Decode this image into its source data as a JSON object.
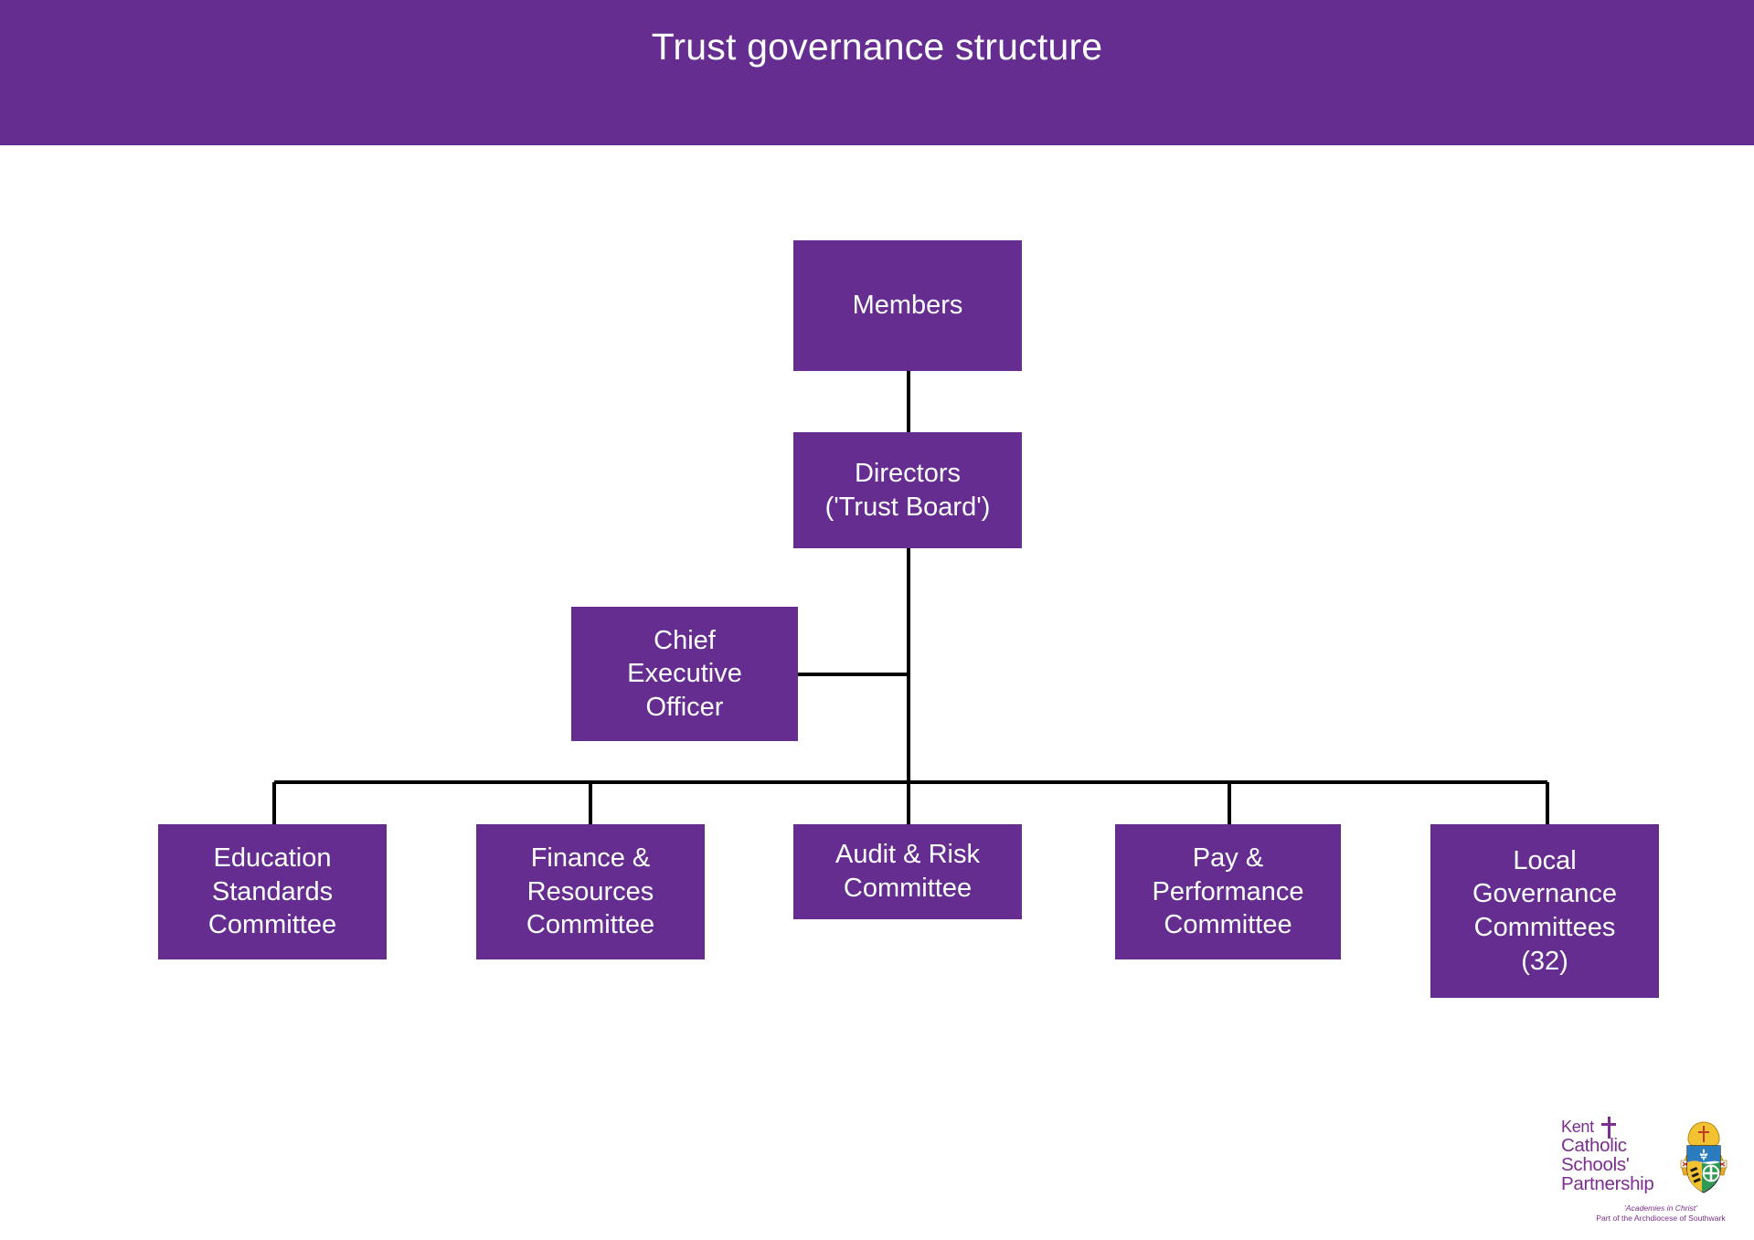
{
  "header": {
    "title": "Trust governance structure",
    "background_color": "#662D91",
    "text_color": "#FFFFFF"
  },
  "chart_data": {
    "type": "diagram",
    "subtype": "org-chart",
    "title": "Trust governance structure",
    "node_fill_color": "#662D91",
    "node_text_color": "#FFFFFF",
    "connector_color": "#000000",
    "nodes": [
      {
        "id": "members",
        "label": "Members",
        "level": 0
      },
      {
        "id": "directors",
        "label": "Directors\n('Trust Board')",
        "level": 1
      },
      {
        "id": "ceo",
        "label": "Chief\nExecutive\nOfficer",
        "level": 2
      },
      {
        "id": "education",
        "label": "Education\nStandards\nCommittee",
        "level": 3
      },
      {
        "id": "finance",
        "label": "Finance &\nResources\nCommittee",
        "level": 3
      },
      {
        "id": "audit",
        "label": "Audit & Risk\nCommittee",
        "level": 3
      },
      {
        "id": "pay",
        "label": "Pay &\nPerformance\nCommittee",
        "level": 3
      },
      {
        "id": "local",
        "label": "Local\nGovernance\nCommittees\n(32)",
        "level": 3
      }
    ],
    "edges": [
      {
        "from": "members",
        "to": "directors"
      },
      {
        "from": "directors",
        "to": "ceo"
      },
      {
        "from": "directors",
        "to": "education"
      },
      {
        "from": "directors",
        "to": "finance"
      },
      {
        "from": "directors",
        "to": "audit"
      },
      {
        "from": "directors",
        "to": "pay"
      },
      {
        "from": "directors",
        "to": "local"
      }
    ]
  },
  "nodes": {
    "members": "Members",
    "directors": "Directors\n('Trust Board')",
    "ceo": "Chief\nExecutive\nOfficer",
    "education": "Education\nStandards\nCommittee",
    "finance": "Finance &\nResources\nCommittee",
    "audit": "Audit & Risk\nCommittee",
    "pay": "Pay &\nPerformance\nCommittee",
    "local": "Local\nGovernance\nCommittees\n(32)"
  },
  "logo": {
    "line1": "Kent",
    "line2": "Catholic",
    "line3": "Schools'",
    "line4": "Partnership",
    "tagline1": "'Academies in Christ'",
    "tagline2": "Part of the Archdiocese of Southwark",
    "brand_color": "#7B2E8E"
  }
}
